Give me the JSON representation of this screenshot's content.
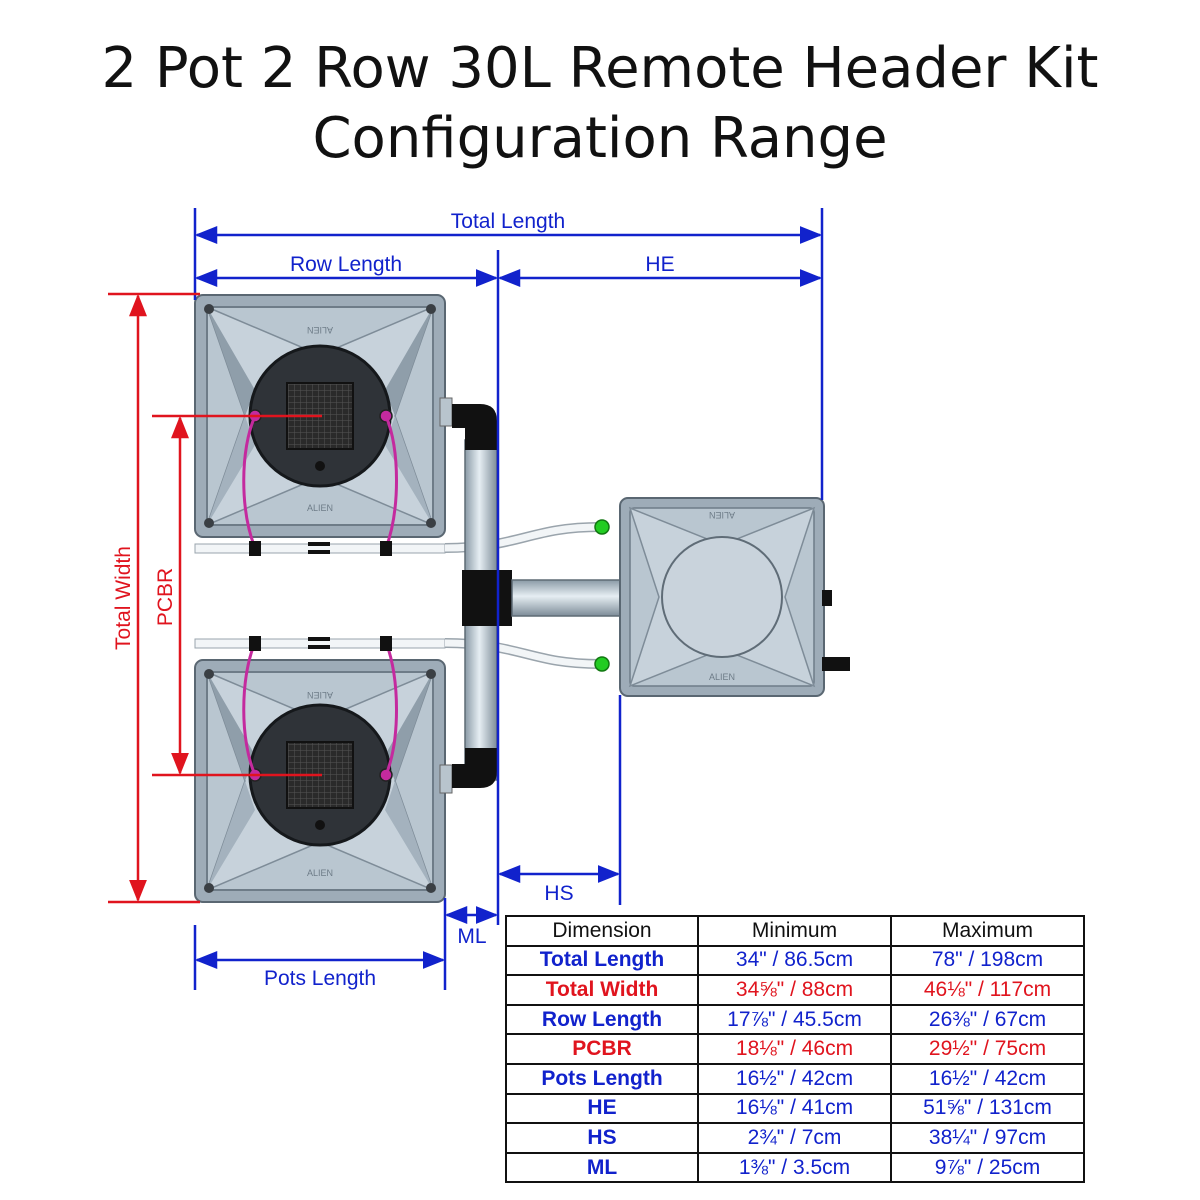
{
  "title": {
    "line1": "2 Pot 2 Row 30L Remote Header Kit",
    "line2": "Configuration Range"
  },
  "colors": {
    "blue": "#1122cc",
    "red": "#e0141e",
    "pot_body": "#aab8c4",
    "pot_dark": "#6e7c88",
    "tube_magenta": "#c42a9e",
    "fitting_green": "#22cc22",
    "pipe_black": "#111111"
  },
  "labels": {
    "total_length": "Total Length",
    "row_length": "Row Length",
    "he": "HE",
    "total_width": "Total Width",
    "pcbr": "PCBR",
    "hs": "HS",
    "ml": "ML",
    "pots_length": "Pots Length",
    "pot_brand": "ALIEN"
  },
  "table": {
    "headers": [
      "Dimension",
      "Minimum",
      "Maximum"
    ],
    "rows": [
      {
        "name": "Total Length",
        "min": "34\" / 86.5cm",
        "max": "78\" / 198cm",
        "color": "#1122cc"
      },
      {
        "name": "Total Width",
        "min": "34⅝\" / 88cm",
        "max": "46⅛\" / 117cm",
        "color": "#e0141e"
      },
      {
        "name": "Row Length",
        "min": "17⅞\" / 45.5cm",
        "max": "26⅜\" / 67cm",
        "color": "#1122cc"
      },
      {
        "name": "PCBR",
        "min": "18⅛\" / 46cm",
        "max": "29½\" / 75cm",
        "color": "#e0141e"
      },
      {
        "name": "Pots Length",
        "min": "16½\" / 42cm",
        "max": "16½\" / 42cm",
        "color": "#1122cc"
      },
      {
        "name": "HE",
        "min": "16⅛\" / 41cm",
        "max": "51⅝\" / 131cm",
        "color": "#1122cc"
      },
      {
        "name": "HS",
        "min": "2¾\" / 7cm",
        "max": "38¼\" / 97cm",
        "color": "#1122cc"
      },
      {
        "name": "ML",
        "min": "1⅜\" / 3.5cm",
        "max": "9⅞\" / 25cm",
        "color": "#1122cc"
      }
    ]
  }
}
